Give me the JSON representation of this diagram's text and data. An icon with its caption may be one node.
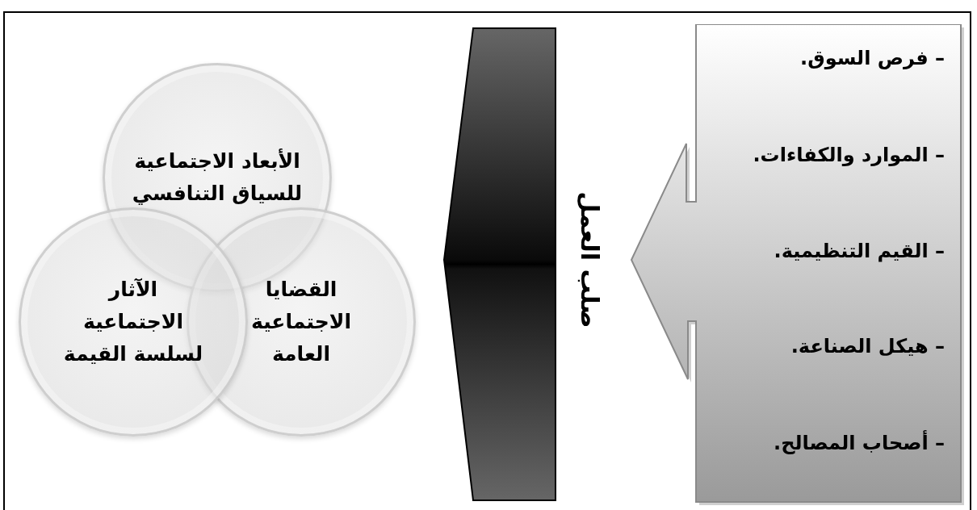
{
  "diagram": {
    "nodes": [
      {
        "text": [
          "– فرص السوق.",
          "– الموارد والكفاءات.",
          "– القيم التنظيمية.",
          "– هيكل الصناعة.",
          "– أصحاب المصالح."
        ]
      },
      {
        "text": [
          "صلب العمل"
        ]
      },
      {
        "text": [
          "الأبعاد الاجتماعية للسياق التنافسي"
        ]
      },
      {
        "text": [
          "القضايا الاجتماعية العامة"
        ]
      },
      {
        "text": [
          "الآثار الاجتماعية لسلسة القيمة"
        ]
      }
    ]
  }
}
